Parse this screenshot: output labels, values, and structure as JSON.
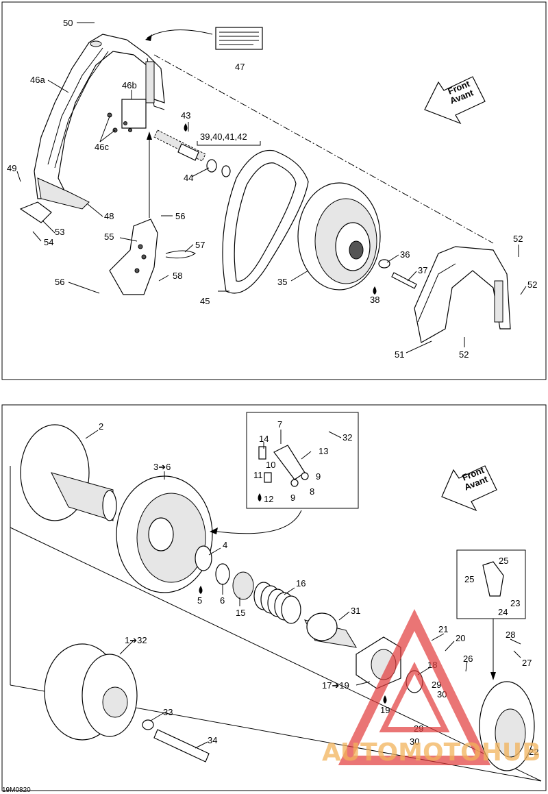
{
  "top_labels": {
    "p50": "50",
    "p46a": "46a",
    "p46b": "46b",
    "p46c": "46c",
    "p47": "47",
    "p43": "43",
    "p39": "39,40,41,42",
    "p44": "44",
    "p49": "49",
    "p48": "48",
    "p53": "53",
    "p54": "54",
    "p56a": "56",
    "p55": "55",
    "p57": "57",
    "p56b": "56",
    "p58": "58",
    "p45": "45",
    "p35": "35",
    "p36": "36",
    "p37": "37",
    "p38": "38",
    "p52a": "52",
    "p52b": "52",
    "p51": "51",
    "p52c": "52"
  },
  "front_label": {
    "line1": "Front",
    "line2": "Avant"
  },
  "bottom_labels": {
    "p2": "2",
    "p3": "3➔6",
    "p7": "7",
    "p32a": "32",
    "p14": "14",
    "p13": "13",
    "p10": "10",
    "p11": "11",
    "p9a": "9",
    "p8": "8",
    "p12": "12",
    "p9b": "9",
    "p4": "4",
    "p5": "5",
    "p6": "6",
    "p15": "15",
    "p16": "16",
    "p31": "31",
    "p1": "1➔32",
    "p33": "33",
    "p34": "34",
    "p25a": "25",
    "p25b": "25",
    "p23": "23",
    "p24": "24",
    "p21": "21",
    "p20": "20",
    "p28": "28",
    "p27": "27",
    "p26": "26",
    "p18": "18",
    "p17": "17➔19",
    "p19": "19",
    "p29a": "29",
    "p30a": "30",
    "p29b": "29",
    "p30b": "30",
    "p22": "22"
  },
  "diagram_code": "19M0820",
  "watermark": "AUTOMOTOHUB",
  "colors": {
    "watermark_red": "#e23b3b",
    "watermark_orange": "#f2b35b",
    "line": "#000000"
  }
}
